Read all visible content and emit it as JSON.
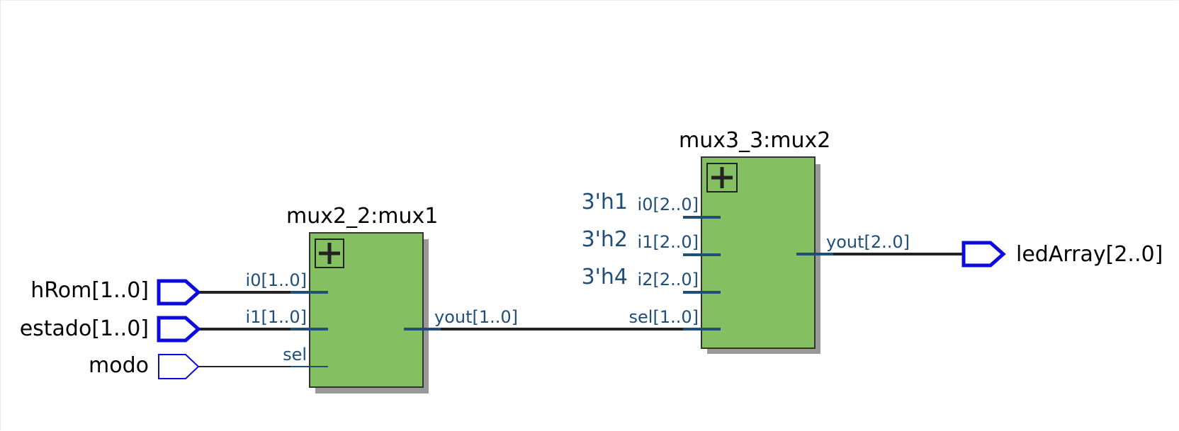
{
  "inputs": [
    {
      "id": "hrom",
      "label": "hRom[1..0]",
      "bus": true
    },
    {
      "id": "estado",
      "label": "estado[1..0]",
      "bus": true
    },
    {
      "id": "modo",
      "label": "modo",
      "bus": false
    }
  ],
  "outputs": [
    {
      "id": "ledarray",
      "label": "ledArray[2..0]",
      "bus": true
    }
  ],
  "blocks": [
    {
      "id": "mux1",
      "title": "mux2_2:mux1",
      "pins_in": [
        "i0[1..0]",
        "i1[1..0]",
        "sel"
      ],
      "pins_out": [
        "yout[1..0]"
      ]
    },
    {
      "id": "mux2",
      "title": "mux3_3:mux2",
      "pins_in": [
        "i0[2..0]",
        "i1[2..0]",
        "i2[2..0]",
        "sel[1..0]"
      ],
      "pins_out": [
        "yout[2..0]"
      ]
    }
  ],
  "constants": [
    "3'h1",
    "3'h2",
    "3'h4"
  ],
  "colors": {
    "block_fill": "#84c062",
    "block_stroke": "#333333",
    "block_shadow": "#999999",
    "port_stroke": "#0b0bdc",
    "wire": "#222222",
    "pin_stub": "#1f4e79",
    "pin_text": "#1f4e79",
    "const_text": "#1f4e79"
  },
  "icons": {
    "block_expand": "plus-box-icon",
    "input_port": "input-port-icon",
    "output_port": "output-port-icon"
  }
}
